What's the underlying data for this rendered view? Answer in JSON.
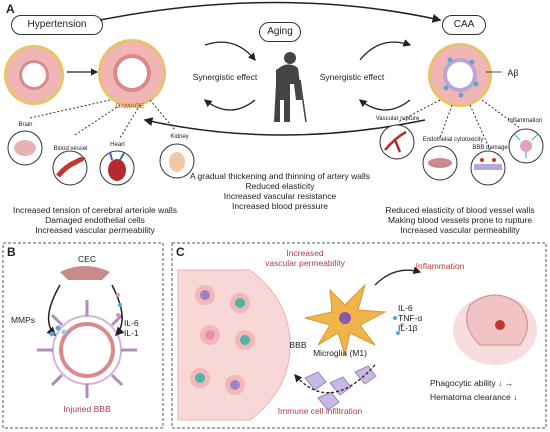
{
  "panel_a": {
    "letter": "A",
    "hypertension": "Hypertension",
    "aging": "Aging",
    "caa": "CAA",
    "synergistic_left": "Synergistic effect",
    "synergistic_right": "Synergistic effect",
    "damage": "DAMAGE",
    "abeta": "Aβ",
    "organs": {
      "brain": "Brain",
      "blood_vessel": "Blood vessel",
      "heart": "Heart",
      "kidney": "Kidney"
    },
    "caa_effects": {
      "vascular_rupture": "Vascular rupture",
      "endothelial": "Endothelial cytotoxicity",
      "bbb_damage": "BBB damage",
      "inflammation": "Inflammation"
    },
    "left_text": [
      "Increased tension of cerebral arteriole walls",
      "Damaged endothelial cells",
      "Increased vascular permeability"
    ],
    "center_text": [
      "A gradual thickening and thinning of artery walls",
      "Reduced elasticity",
      "Increased vascular resistance",
      "Increased blood pressure"
    ],
    "right_text": [
      "Reduced elasticity of blood vessel walls",
      "Making blood vessels prone to rupture",
      "Increased vascular permeability"
    ]
  },
  "panel_b": {
    "letter": "B",
    "cec": "CEC",
    "mmps": "MMPs",
    "il6": "IL-6",
    "il1": "IL-1",
    "injured_bbb": "Injuried BBB"
  },
  "panel_c": {
    "letter": "C",
    "increased_perm_1": "Increased",
    "increased_perm_2": "vascular permeability",
    "bbb": "BBB",
    "inflammation": "Inflammation",
    "il6": "IL-6",
    "tnf": "TNF-α",
    "il1b": "IL-1β",
    "microglia": "Microglia (M1)",
    "immune_infiltration": "Immune cell infiltration",
    "phagocytic": "Phagocytic ability ↓ →",
    "hematoma": "Hematoma clearance ↓"
  },
  "colors": {
    "vessel_pink": "#f2b5b5",
    "vessel_ring": "#d98a8a",
    "gold": "#e8c36a",
    "accent_red": "#c0392b",
    "text_pink": "#b13a4e",
    "microglia": "#f0b54a",
    "immune": "#9a86c2"
  }
}
